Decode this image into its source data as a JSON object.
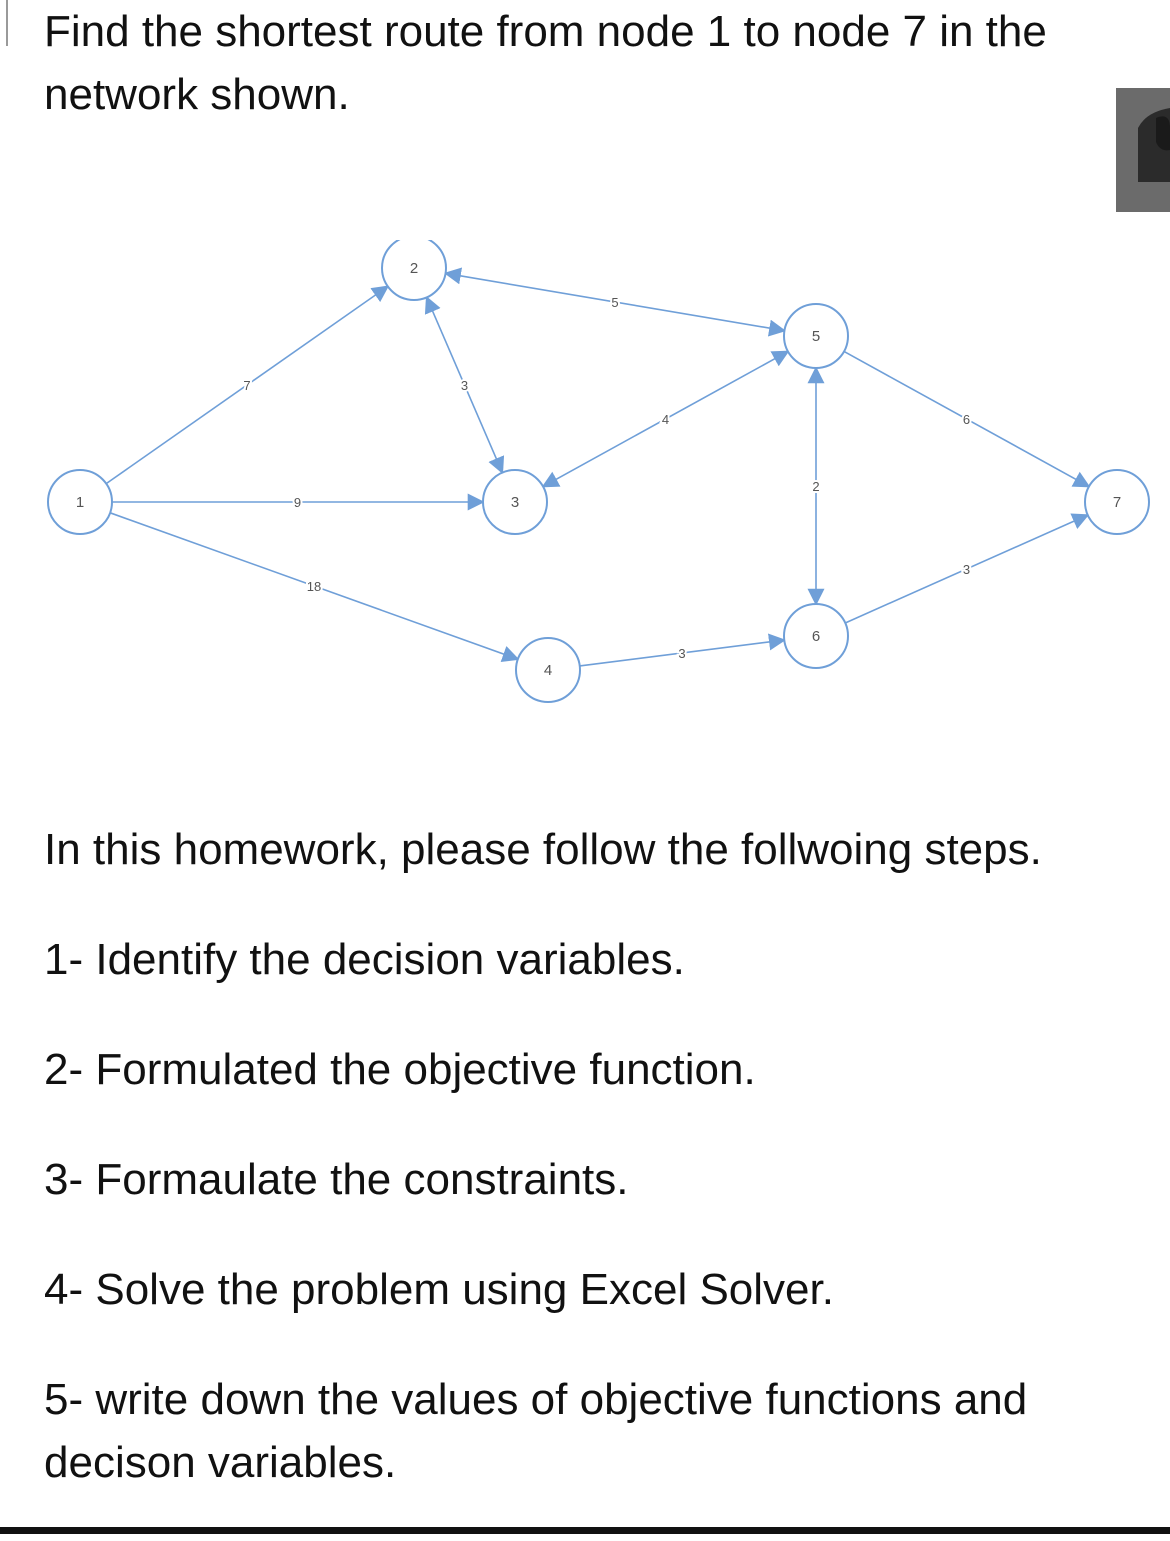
{
  "question": "Find the shortest route from node 1 to node 7 in the network shown.",
  "colors": {
    "edge": "#6f9fd8",
    "node_stroke": "#6f9fd8",
    "node_label": "#555555",
    "text": "#111111"
  },
  "network": {
    "nodes": [
      {
        "id": "1",
        "label": "1"
      },
      {
        "id": "2",
        "label": "2"
      },
      {
        "id": "3",
        "label": "3"
      },
      {
        "id": "4",
        "label": "4"
      },
      {
        "id": "5",
        "label": "5"
      },
      {
        "id": "6",
        "label": "6"
      },
      {
        "id": "7",
        "label": "7"
      }
    ],
    "edges": [
      {
        "from": "1",
        "to": "2",
        "weight": "7",
        "arrow": "end"
      },
      {
        "from": "1",
        "to": "3",
        "weight": "9",
        "arrow": "end"
      },
      {
        "from": "1",
        "to": "4",
        "weight": "18",
        "arrow": "end"
      },
      {
        "from": "2",
        "to": "3",
        "weight": "3",
        "arrow": "both"
      },
      {
        "from": "2",
        "to": "5",
        "weight": "5",
        "arrow": "both"
      },
      {
        "from": "3",
        "to": "5",
        "weight": "4",
        "arrow": "both"
      },
      {
        "from": "4",
        "to": "6",
        "weight": "3",
        "arrow": "end"
      },
      {
        "from": "5",
        "to": "6",
        "weight": "2",
        "arrow": "both"
      },
      {
        "from": "5",
        "to": "7",
        "weight": "6",
        "arrow": "end"
      },
      {
        "from": "6",
        "to": "7",
        "weight": "3",
        "arrow": "end"
      }
    ]
  },
  "instructions": {
    "intro": "In this homework, please follow the follwoing steps.",
    "steps": [
      "1- Identify the decision variables.",
      "2- Formulated the objective function.",
      "3- Formaulate the constraints.",
      "4- Solve the problem using Excel Solver.",
      "5- write down the values of objective functions and decison variables."
    ]
  }
}
